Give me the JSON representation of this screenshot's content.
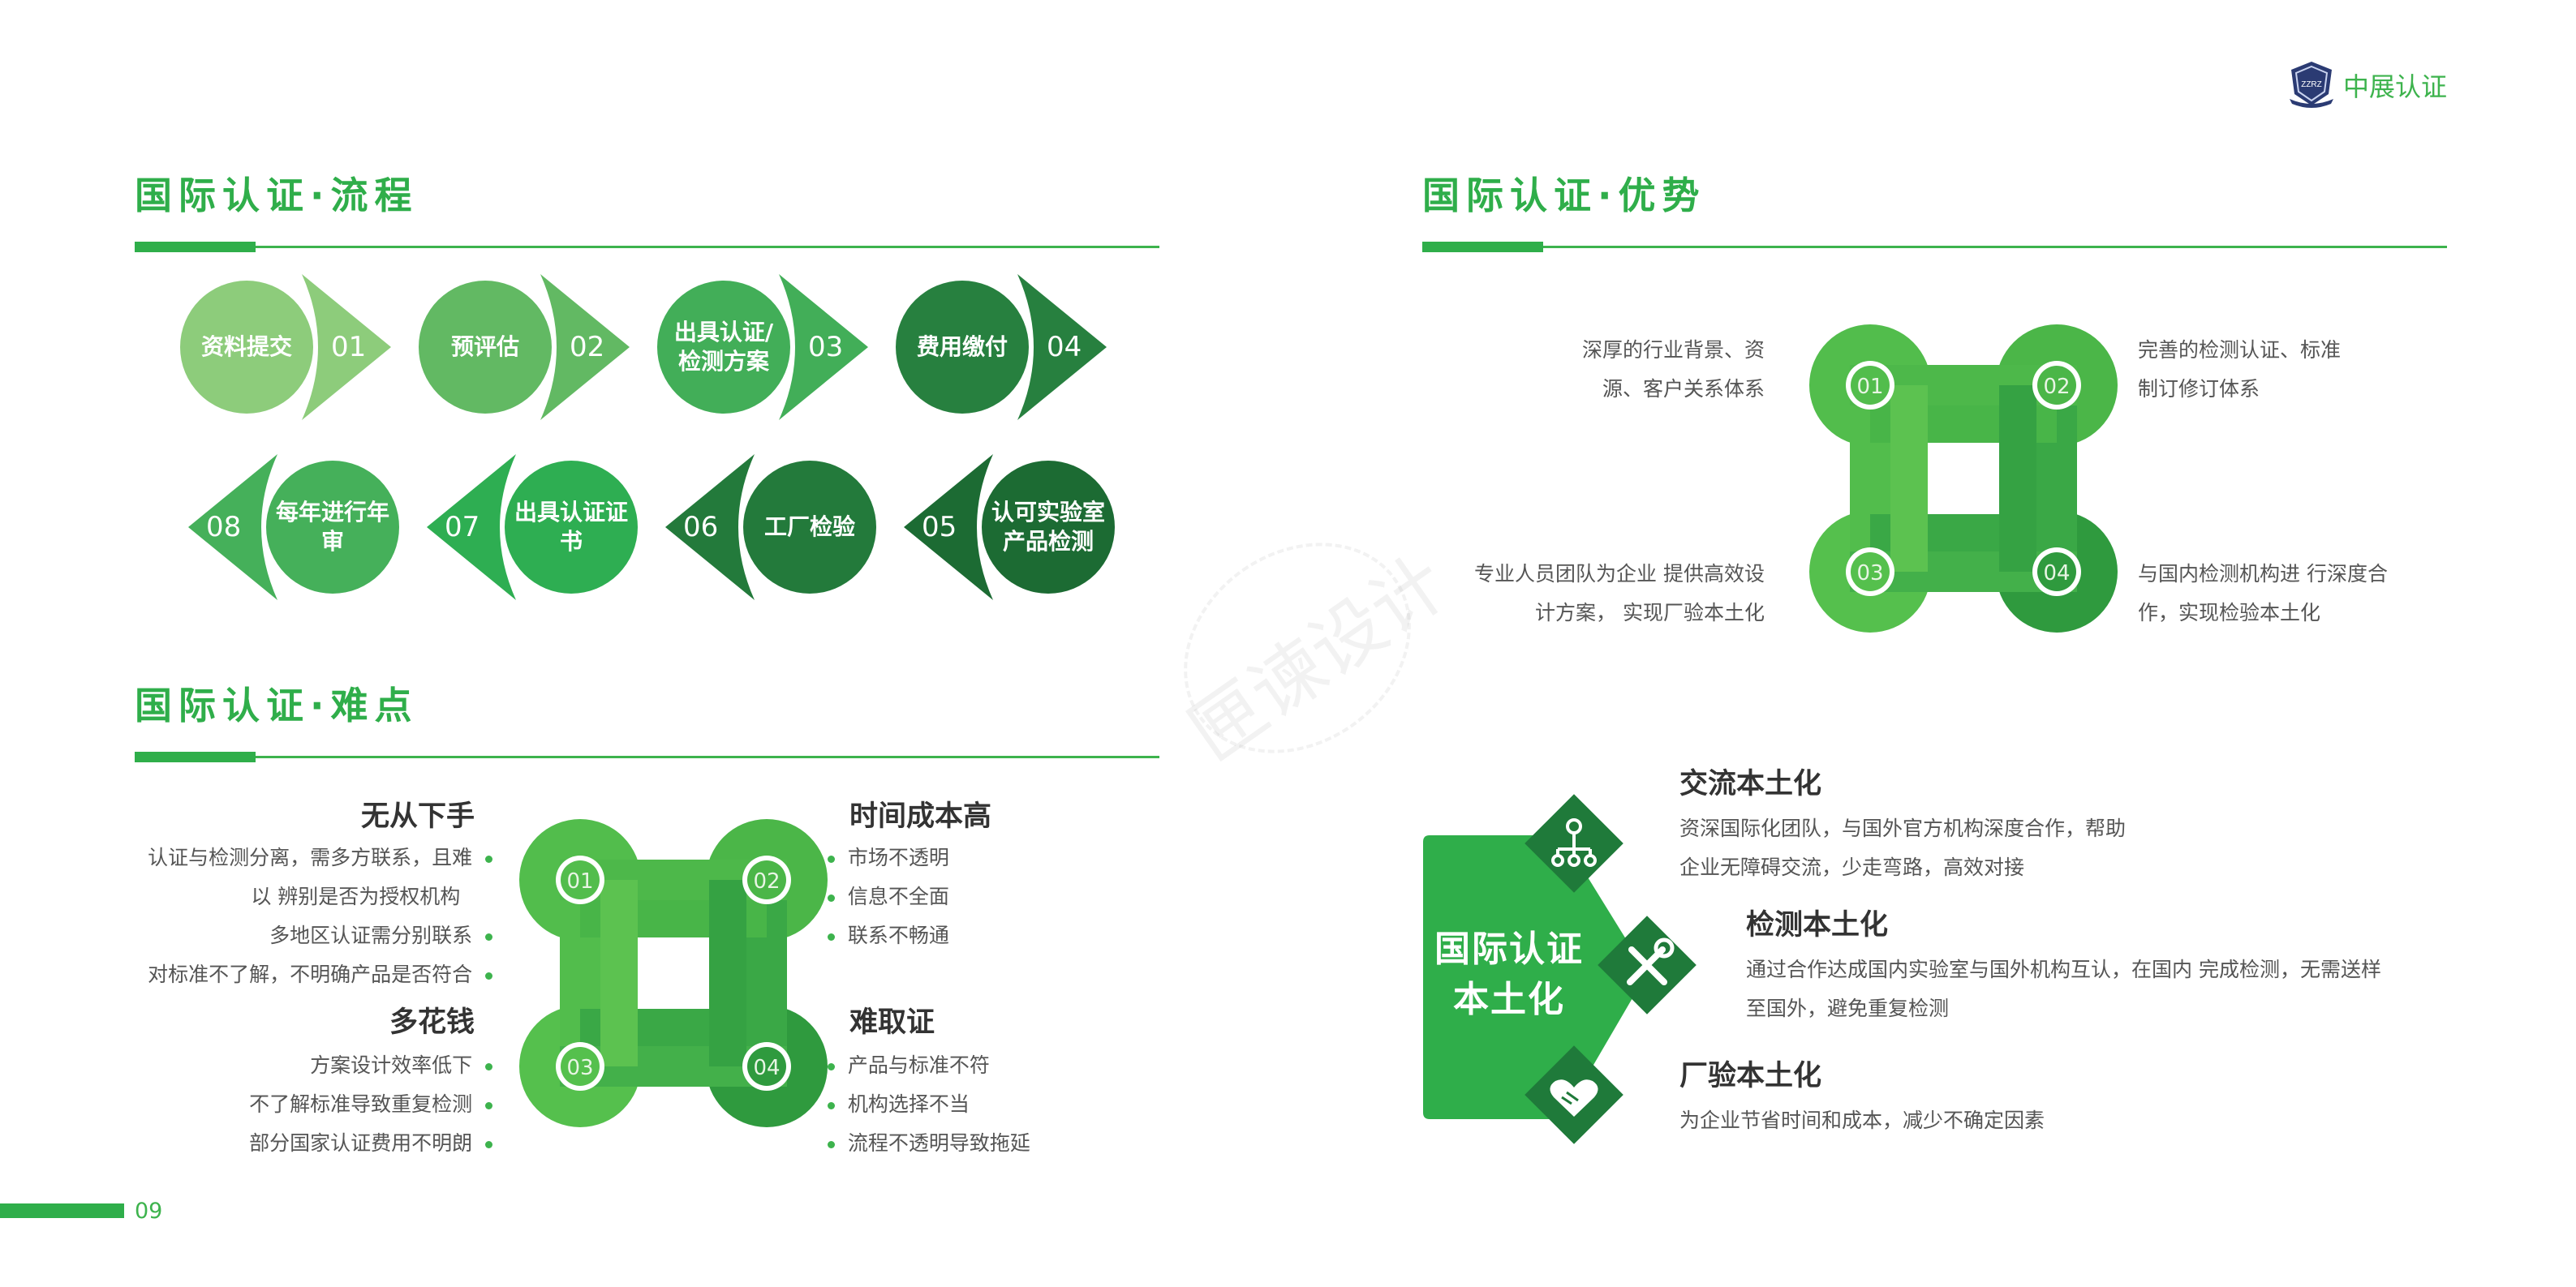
{
  "brand": {
    "name": "中展认证",
    "logo_label": "ZZRZ"
  },
  "page_number": "09",
  "watermark": "匣谏设计",
  "sections": {
    "process": {
      "title": "国际认证·流程"
    },
    "advantage": {
      "title": "国际认证·优势"
    },
    "difficulty": {
      "title": "国际认证·难点"
    }
  },
  "process_steps": [
    {
      "label": "资料提交",
      "num": "01",
      "color": "#8dcc7b"
    },
    {
      "label": "预评估",
      "num": "02",
      "color": "#62b963"
    },
    {
      "label": "出具认证/检测方案",
      "num": "03",
      "color": "#42ae58"
    },
    {
      "label": "费用缴付",
      "num": "04",
      "color": "#27803f"
    },
    {
      "label": "认可实验室产品检测",
      "num": "05",
      "color": "#1c6b33"
    },
    {
      "label": "工厂检验",
      "num": "06",
      "color": "#237a3b"
    },
    {
      "label": "出具认证证书",
      "num": "07",
      "color": "#2eae52"
    },
    {
      "label": "每年进行年审",
      "num": "08",
      "color": "#45b05a"
    }
  ],
  "advantages": {
    "nums": [
      "01",
      "02",
      "03",
      "04"
    ],
    "items": [
      {
        "text": "深厚的行业背景、资源、客户关系体系"
      },
      {
        "text": "完善的检测认证、标准制订修订体系"
      },
      {
        "text": "专业人员团队为企业 提供高效设计方案， 实现厂验本土化"
      },
      {
        "text": "与国内检测机构进 行深度合作，实现检验本土化"
      }
    ]
  },
  "difficulties": {
    "nums": [
      "01",
      "02",
      "03",
      "04"
    ],
    "groups": [
      {
        "title": "无从下手",
        "items": [
          "认证与检测分离，需多方联系，且难",
          "以 辨别是否为授权机构",
          "多地区认证需分别联系",
          "对标准不了解，不明确产品是否符合"
        ]
      },
      {
        "title": "时间成本高",
        "items": [
          "市场不透明",
          "信息不全面",
          "联系不畅通"
        ]
      },
      {
        "title": "多花钱",
        "items": [
          "方案设计效率低下",
          "不了解标准导致重复检测",
          "部分国家认证费用不明朗"
        ]
      },
      {
        "title": "难取证",
        "items": [
          "产品与标准不符",
          "机构选择不当",
          "流程不透明导致拖延"
        ]
      }
    ]
  },
  "localization": {
    "center_label": "国际认证本土化",
    "items": [
      {
        "title": "交流本土化",
        "icon": "network-icon",
        "text": "资深国际化团队，与国外官方机构深度合作，帮助企业无障碍交流，少走弯路，高效对接"
      },
      {
        "title": "检测本土化",
        "icon": "tools-icon",
        "text": "通过合作达成国内实验室与国外机构互认，在国内  完成检测，无需送样至国外，避免重复检测"
      },
      {
        "title": "厂验本土化",
        "icon": "handshake-icon",
        "text": "为企业节省时间和成本，减少不确定因素"
      }
    ]
  },
  "colors": {
    "accent": "#2fae4a",
    "dark_green": "#1c6b33",
    "light_green": "#8dcc7b"
  }
}
